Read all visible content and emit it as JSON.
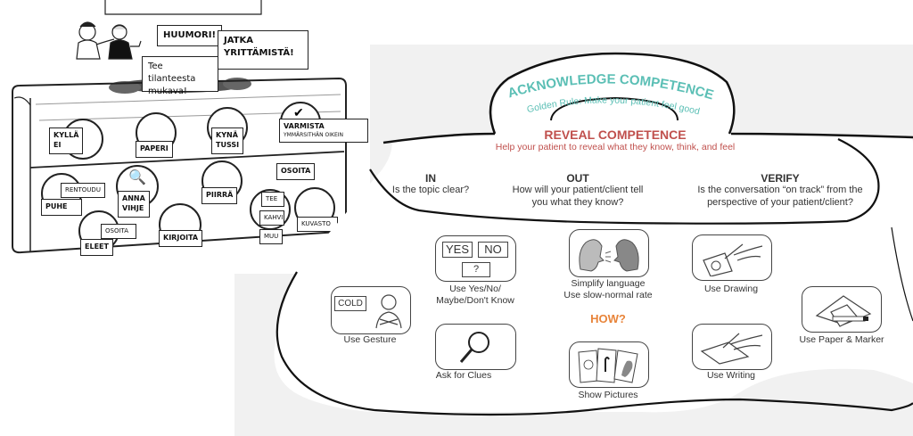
{
  "left_illustration": {
    "speech_bubbles": {
      "humor": "HUUMORI!",
      "keep_trying_line1": "JATKA",
      "keep_trying_line2": "YRITTÄMISTÄ!",
      "fun_line1": "Tee tilanteesta",
      "fun_line2": "mukava!"
    },
    "labels": {
      "yes": "KYLLÄ",
      "no": "EI",
      "paper": "PAPERI",
      "pen": "KYNÄ",
      "marker": "TUSSI",
      "verify": "VARMISTA",
      "verify_sub": "YMMÄRSITHÄN OIKEIN",
      "relax": "RENTOUDU",
      "speech": "PUHE",
      "give_hint_line1": "ANNA",
      "give_hint_line2": "VIHJE",
      "draw": "PIIRRÄ",
      "point_top": "OSOITA",
      "point_gesture": "OSOITA",
      "gestures": "ELEET",
      "write": "KIRJOITA",
      "tea": "TEE",
      "coffee": "KAHVI",
      "other": "MUU",
      "catalog": "KUVASTO"
    }
  },
  "right_diagram": {
    "acknowledge": {
      "title": "ACKNOWLEDGE COMPETENCE",
      "subtitle": "Golden Rule: Make your patient feel good",
      "color": "#5bbfb5"
    },
    "reveal": {
      "title": "REVEAL COMPETENCE",
      "subtitle": "Help your patient to reveal what they know, think, and feel",
      "color": "#c0504d"
    },
    "columns": [
      {
        "title": "IN",
        "line1": "Is the topic clear?",
        "line2": ""
      },
      {
        "title": "OUT",
        "line1": "How will your patient/client tell",
        "line2": "you what they know?"
      },
      {
        "title": "VERIFY",
        "line1": "Is the conversation “on track” from the",
        "line2": "perspective of your patient/client?"
      }
    ],
    "how": {
      "label": "HOW?",
      "color": "#e8843a"
    },
    "strategies": {
      "gesture": {
        "caption": "Use Gesture",
        "tag": "COLD"
      },
      "yes_no": {
        "caption_line1": "Use Yes/No/",
        "caption_line2": "Maybe/Don't Know",
        "yes": "YES",
        "no": "NO",
        "maybe": "?"
      },
      "simplify": {
        "caption_line1": "Simplify language",
        "caption_line2": "Use slow-normal rate"
      },
      "drawing": {
        "caption": "Use Drawing"
      },
      "paper_marker": {
        "caption": "Use Paper & Marker"
      },
      "clues": {
        "caption": "Ask for Clues"
      },
      "pictures": {
        "caption": "Show Pictures"
      },
      "writing": {
        "caption": "Use Writing"
      }
    }
  }
}
